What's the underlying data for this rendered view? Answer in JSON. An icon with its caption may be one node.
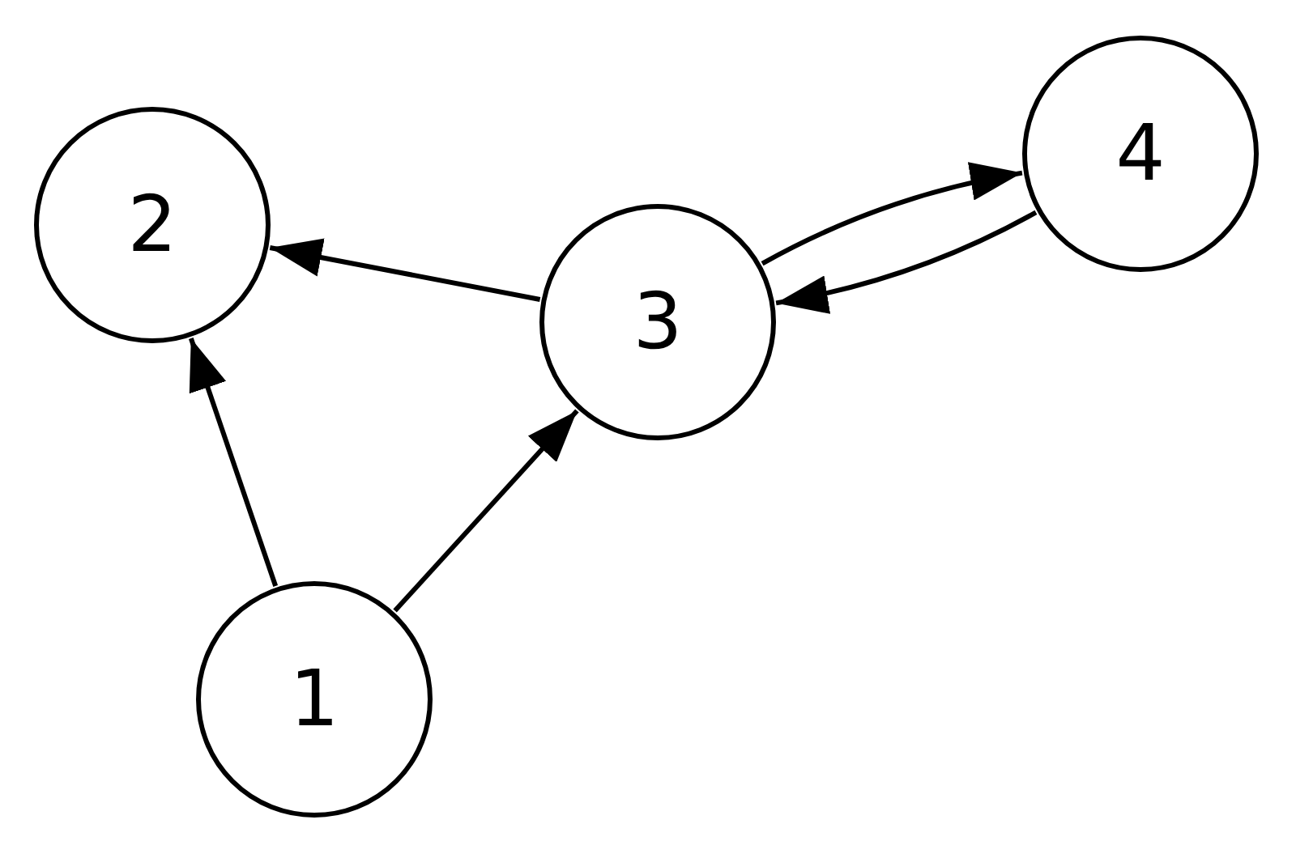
{
  "diagram": {
    "nodes": [
      {
        "text": [
          "4"
        ]
      },
      {
        "text": [
          "2"
        ]
      },
      {
        "text": [
          "3"
        ]
      },
      {
        "text": [
          "1"
        ]
      }
    ],
    "edges": [
      {
        "from": 3,
        "to": 1,
        "arrow": "to"
      },
      {
        "from": 3,
        "to": 2,
        "arrow": "to"
      },
      {
        "from": 2,
        "to": 1,
        "arrow": "to"
      },
      {
        "from": 2,
        "to": 0,
        "arrow": "to"
      },
      {
        "from": 0,
        "to": 2,
        "arrow": "to"
      }
    ]
  }
}
